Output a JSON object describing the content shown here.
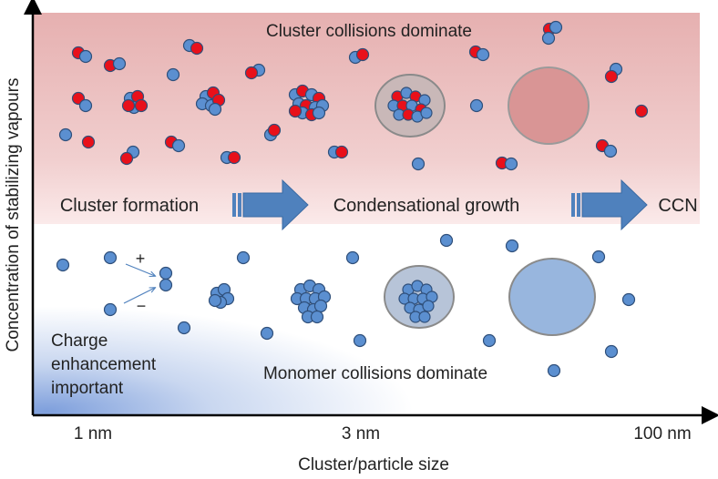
{
  "top_region": {
    "title": "Cluster collisions dominate"
  },
  "bottom_region": {
    "title": "Monomer collisions dominate"
  },
  "stages": {
    "cluster_formation": "Cluster formation",
    "condensational_growth": "Condensational growth",
    "ccn": "CCN"
  },
  "charge_note": {
    "line1": "Charge",
    "line2": "enhancement",
    "line3": "important"
  },
  "charge_signs": {
    "plus": "+",
    "minus": "−"
  },
  "axes": {
    "y_label": "Concentration of stabilizing vapours",
    "x_label": "Cluster/particle size",
    "x_ticks": [
      "1 nm",
      "3 nm",
      "100 nm"
    ]
  },
  "colors": {
    "monomer_blue": "#5b8fd0",
    "acid_red": "#e8101a",
    "top_band": "#e9b8b8",
    "bottom_gradient": "#7ea0dc",
    "arrow_blue": "#4f81bd",
    "particle_large_top": "#d99595",
    "particle_large_bottom": "#98b6de"
  }
}
